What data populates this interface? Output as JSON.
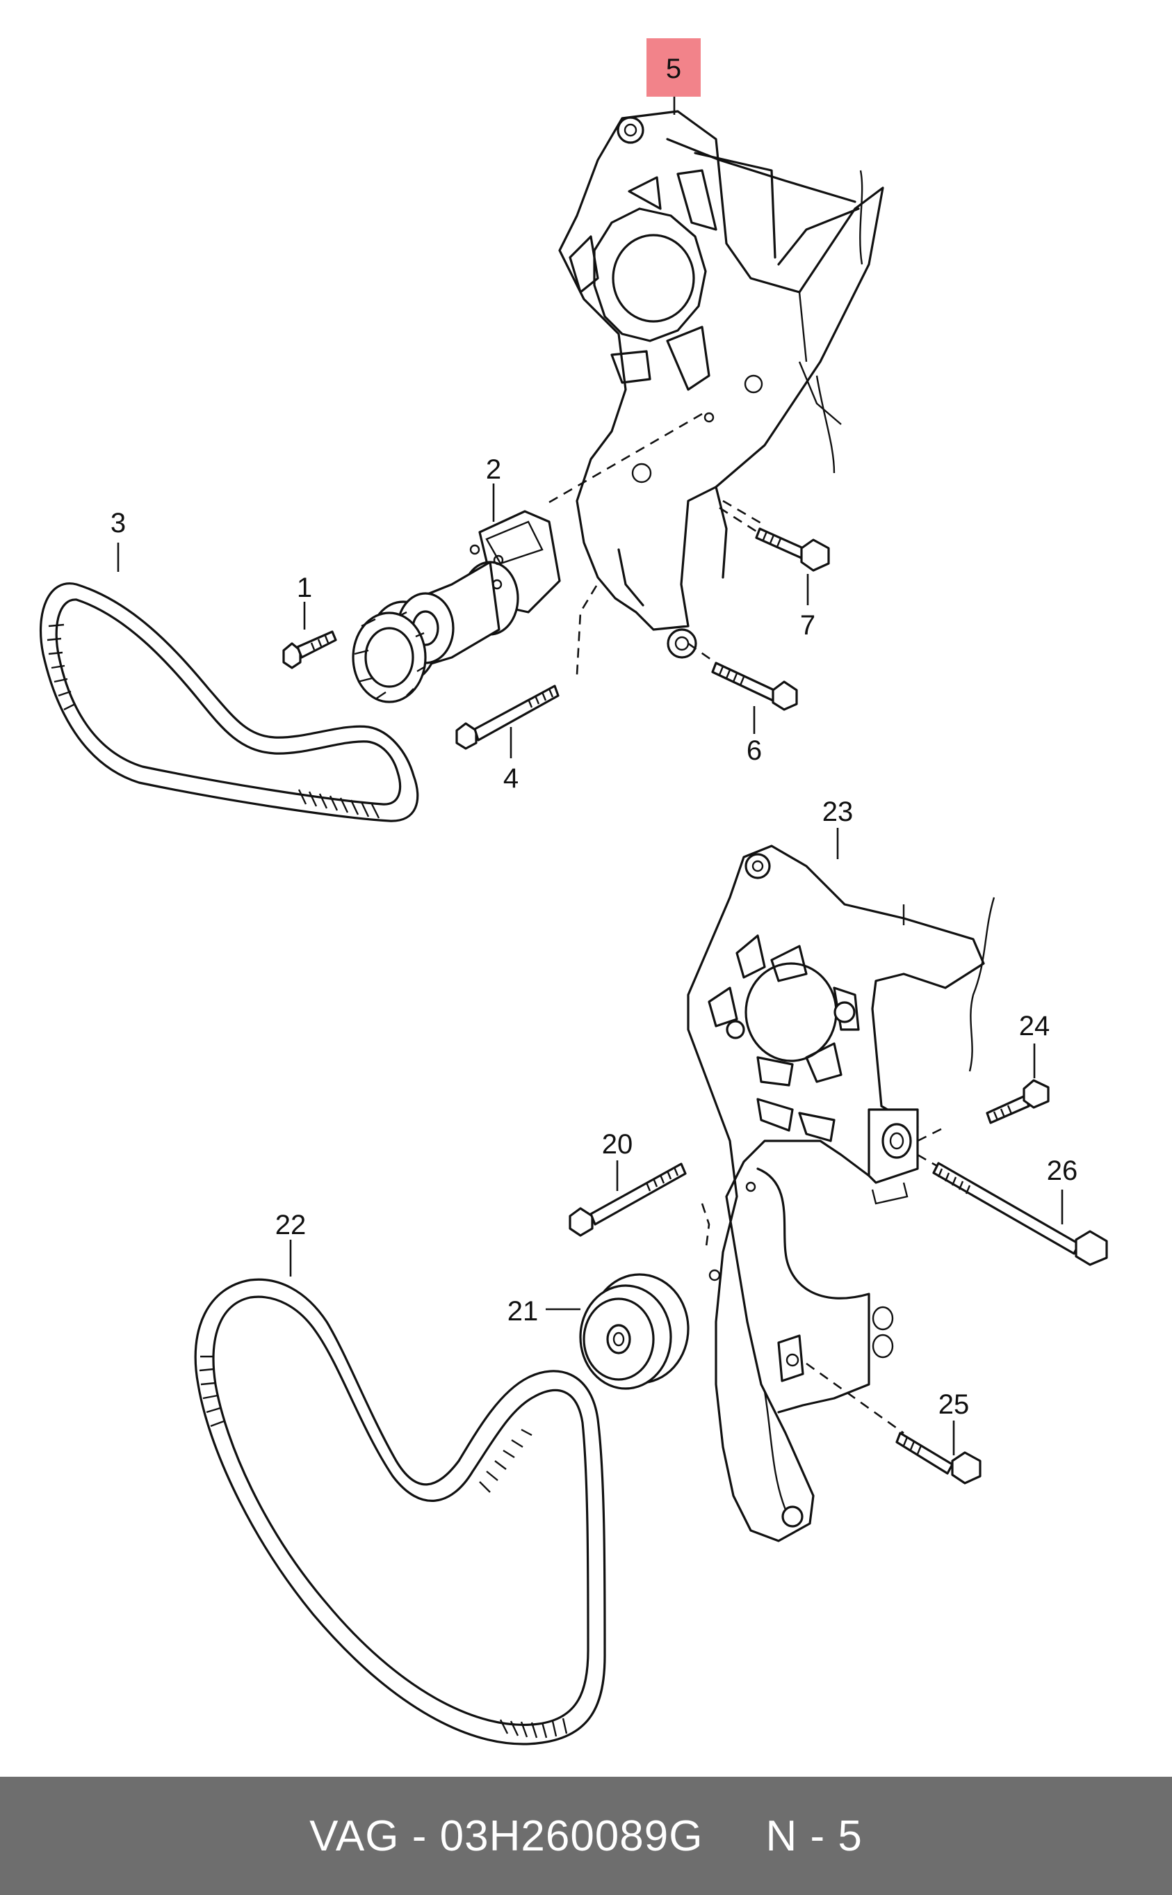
{
  "highlight_color": "#f2838a",
  "footer_bg": "#6e6e6e",
  "callouts": {
    "c1": "1",
    "c2": "2",
    "c3": "3",
    "c4": "4",
    "c5": "5",
    "c6": "6",
    "c7": "7",
    "c20": "20",
    "c21": "21",
    "c22": "22",
    "c23": "23",
    "c24": "24",
    "c25": "25",
    "c26": "26"
  },
  "footer": {
    "brand": "VAG",
    "separator": "-",
    "part_number": "03H260089G",
    "position": "N - 5"
  }
}
